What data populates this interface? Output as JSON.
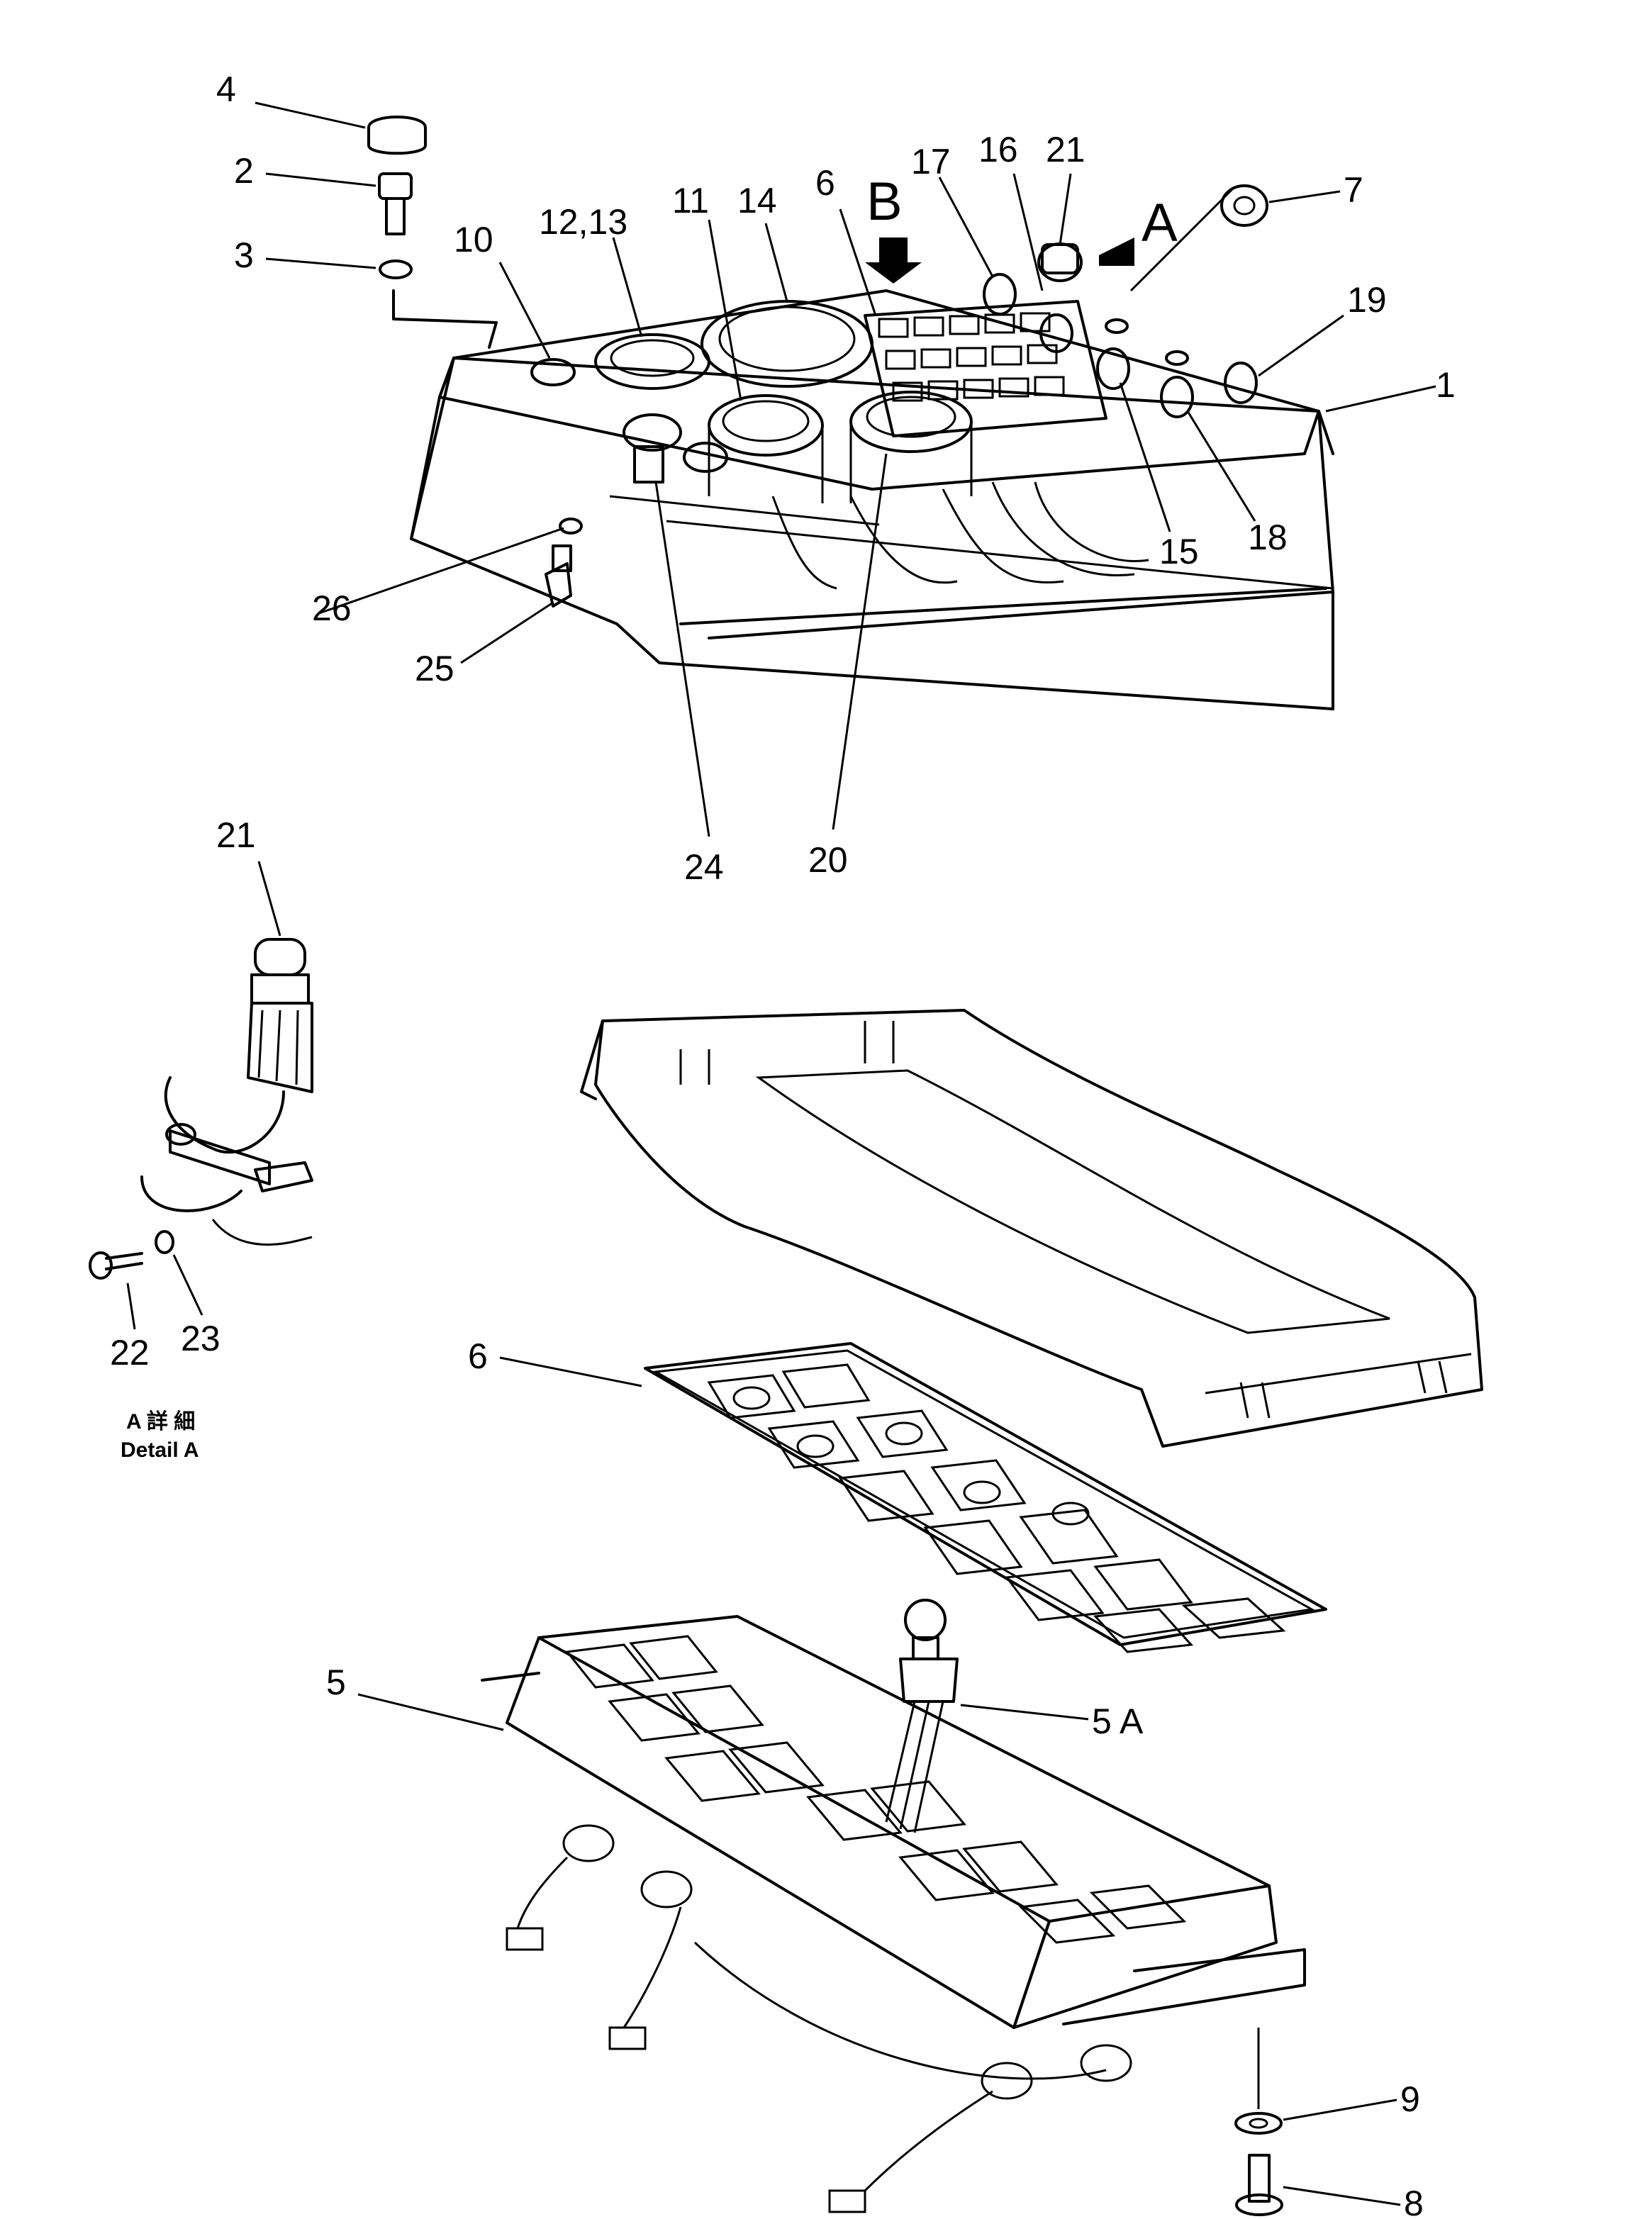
{
  "diagram": {
    "callouts": [
      {
        "id": "c4",
        "text": "4"
      },
      {
        "id": "c2",
        "text": "2"
      },
      {
        "id": "c3",
        "text": "3"
      },
      {
        "id": "c10",
        "text": "10"
      },
      {
        "id": "c12_13",
        "text": "12,13"
      },
      {
        "id": "c11",
        "text": "11"
      },
      {
        "id": "c14",
        "text": "14"
      },
      {
        "id": "c6_top",
        "text": "6"
      },
      {
        "id": "c17",
        "text": "17"
      },
      {
        "id": "c16",
        "text": "16"
      },
      {
        "id": "c21_top",
        "text": "21"
      },
      {
        "id": "c7",
        "text": "7"
      },
      {
        "id": "c19",
        "text": "19"
      },
      {
        "id": "c1",
        "text": "1"
      },
      {
        "id": "c15",
        "text": "15"
      },
      {
        "id": "c18",
        "text": "18"
      },
      {
        "id": "c26",
        "text": "26"
      },
      {
        "id": "c25",
        "text": "25"
      },
      {
        "id": "c24",
        "text": "24"
      },
      {
        "id": "c20",
        "text": "20"
      },
      {
        "id": "c21_detail",
        "text": "21"
      },
      {
        "id": "c22",
        "text": "22"
      },
      {
        "id": "c23",
        "text": "23"
      },
      {
        "id": "c6_mid",
        "text": "6"
      },
      {
        "id": "c5",
        "text": "5"
      },
      {
        "id": "c5A",
        "text": "5 A"
      },
      {
        "id": "c9",
        "text": "9"
      },
      {
        "id": "c8",
        "text": "8"
      }
    ],
    "view_markers": [
      {
        "id": "view_b",
        "text": "B"
      },
      {
        "id": "view_a",
        "text": "A"
      }
    ],
    "detail_caption": {
      "jp": "A 詳 細",
      "en": "Detail A"
    }
  }
}
